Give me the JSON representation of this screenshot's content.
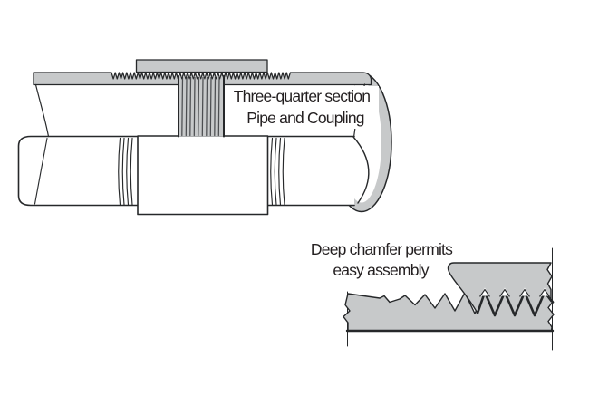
{
  "figures": {
    "section_view": {
      "label_line1": "Three-quarter section",
      "label_line2": "Pipe and Coupling"
    },
    "chamfer_detail": {
      "label_line1": "Deep chamfer permits",
      "label_line2": "easy assembly"
    }
  },
  "colors": {
    "metal_gray": "#c7c9ca",
    "outline": "#26282a",
    "label_text": "#231f20",
    "background": "#ffffff"
  }
}
